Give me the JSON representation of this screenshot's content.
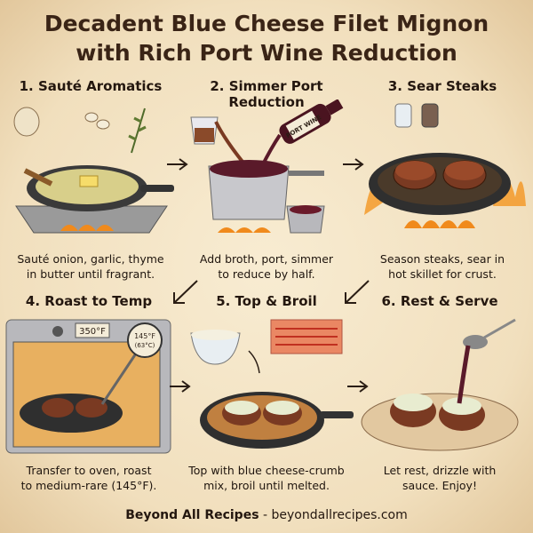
{
  "title": {
    "line1": "Decadent Blue Cheese Filet Mignon",
    "line2": "with Rich Port Wine Reduction"
  },
  "steps": [
    {
      "heading": "1. Sauté Aromatics",
      "caption1": "Sauté onion, garlic, thyme",
      "caption2": "in butter until fragrant."
    },
    {
      "heading": "2. Simmer Port Reduction",
      "caption1": "Add broth, port, simmer",
      "caption2": "to reduce by half.",
      "bottle_label": "PORT WINE"
    },
    {
      "heading": "3. Sear Steaks",
      "caption1": "Season steaks, sear in",
      "caption2": "hot skillet for crust."
    },
    {
      "heading": "4. Roast to Temp",
      "caption1": "Transfer to oven, roast",
      "caption2": "to medium-rare (145°F).",
      "oven_display": "350°F",
      "thermometer_f": "145°F",
      "thermometer_c": "(63°C)"
    },
    {
      "heading": "5. Top & Broil",
      "caption1": "Top with blue cheese-crumb",
      "caption2": "mix, broil until melted."
    },
    {
      "heading": "6. Rest & Serve",
      "caption1": "Let rest, drizzle with",
      "caption2": "sauce. Enjoy!"
    }
  ],
  "footer": {
    "brand": "Beyond All Recipes",
    "separator": " - ",
    "url": "beyondallrecipes.com"
  },
  "colors": {
    "background": "#f1dfbd",
    "text": "#24170f",
    "wine": "#5a1a2a",
    "pan": "#3a3a3a",
    "flame": "#f08a1c",
    "steak": "#7a3a22"
  }
}
